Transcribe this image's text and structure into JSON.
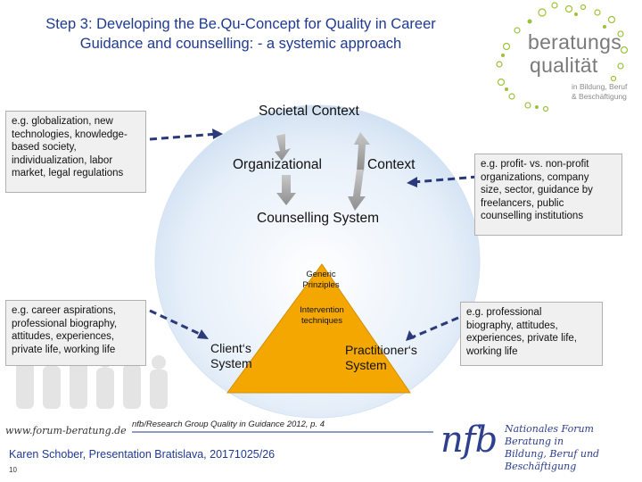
{
  "title": {
    "line1": "Step 3: Developing the Be.Qu-Concept for Quality in Career",
    "line2": "Guidance and counselling: - a systemic approach"
  },
  "logo": {
    "word1": "beratungs",
    "word2": "qualität",
    "sub": [
      "in Bildung, Beruf",
      "& Beschäftigung"
    ]
  },
  "diagram": {
    "societal": "Societal Context",
    "organizational": "Organizational",
    "context": "Context",
    "counselling": "Counselling System",
    "generic": [
      "Generic",
      "Prinziples"
    ],
    "intervention": [
      "Intervention",
      "techniques"
    ],
    "client": [
      "Client‘s",
      "System"
    ],
    "practitioner": [
      "Practitioner‘s",
      "System"
    ]
  },
  "boxes": {
    "top_left": [
      "e.g. globalization, new",
      "technologies, knowledge-",
      "based society,",
      "individualization, labor",
      "market, legal regulations"
    ],
    "top_right": [
      "e.g. profit- vs. non-profit",
      "organizations, company",
      "size, sector, guidance by",
      "freelancers, public",
      "counselling institutions"
    ],
    "bottom_left": [
      "e.g. career aspirations,",
      "professional biography,",
      "attitudes, experiences,",
      "private life, working life"
    ],
    "bottom_right": [
      "e.g. professional",
      "biography, attitudes,",
      "experiences, private life,",
      "working life"
    ]
  },
  "footer": {
    "url": "www.forum-beratung.de",
    "citation": "nfb/Research Group Quality in Guidance 2012, p. 4",
    "author": "Karen Schober, Presentation Bratislava,  20171025/26",
    "page": "10",
    "nfb": "nfb",
    "nfb_text": [
      "Nationales Forum Beratung in",
      "Bildung, Beruf und Beschäftigung"
    ]
  },
  "colors": {
    "title": "#1f3a8f",
    "ellipse": "#dce9f7",
    "triangle": "#f4a700",
    "nfb": "#2e3f8c"
  }
}
